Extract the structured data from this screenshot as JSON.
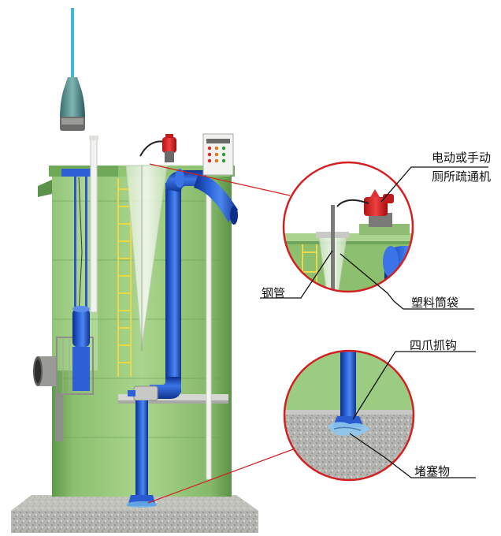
{
  "labels": {
    "toilet_machine_line1": "电动或手动",
    "toilet_machine_line2": "厕所疏通机",
    "steel_pipe": "钢管",
    "plastic_bag": "塑料筒袋",
    "four_claw_hook": "四爪抓钩",
    "blockage": "堵塞物"
  },
  "control_box": {
    "indicator_colors": [
      "#d22a2a",
      "#e07a1a",
      "#2a9a3a"
    ]
  }
}
